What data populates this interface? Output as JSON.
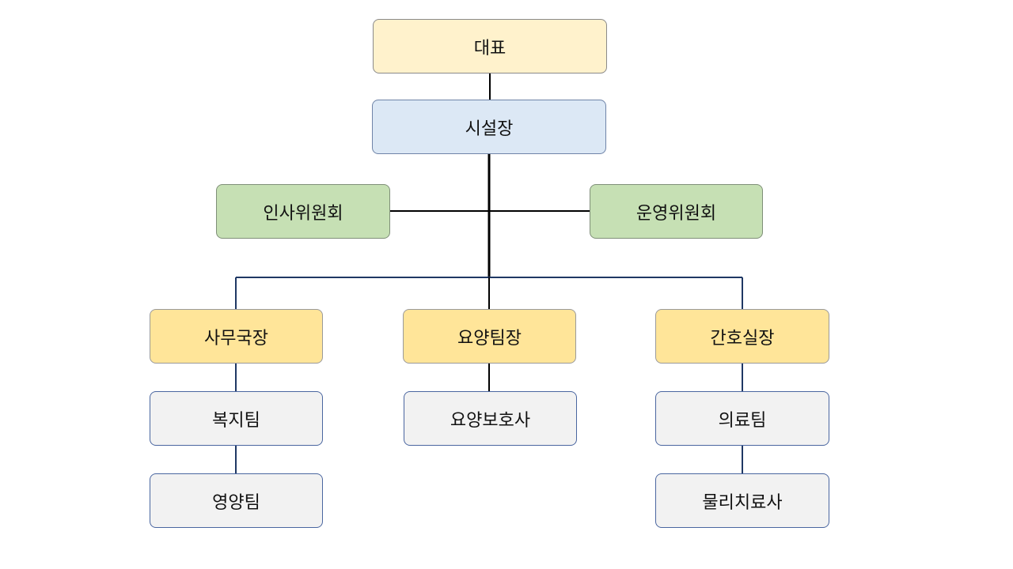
{
  "org": {
    "ceo": "대표",
    "director": "시설장",
    "committees": {
      "hr": "인사위원회",
      "operations": "운영위원회"
    },
    "heads": {
      "admin": "사무국장",
      "care": "요양팀장",
      "nursing": "간호실장"
    },
    "teams": {
      "welfare": "복지팀",
      "nutrition": "영양팀",
      "caregiver": "요양보호사",
      "medical": "의료팀",
      "physio": "물리치료사"
    }
  },
  "colors": {
    "ceo_fill": "#fff2cc",
    "director_fill": "#dce8f5",
    "committee_fill": "#c6e0b4",
    "head_fill": "#ffe599",
    "team_fill": "#f2f2f2",
    "main_line": "#000000",
    "branch_line": "#1f3864"
  }
}
